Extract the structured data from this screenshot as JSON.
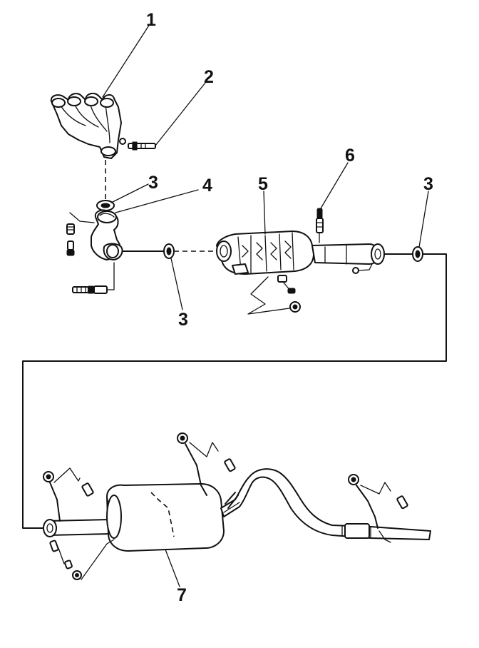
{
  "callouts": {
    "c1": "1",
    "c2": "2",
    "c3a": "3",
    "c4": "4",
    "c5": "5",
    "c6": "6",
    "c3b": "3",
    "c3c": "3",
    "c7": "7"
  },
  "colors": {
    "ink": "#111111",
    "background": "#ffffff"
  }
}
